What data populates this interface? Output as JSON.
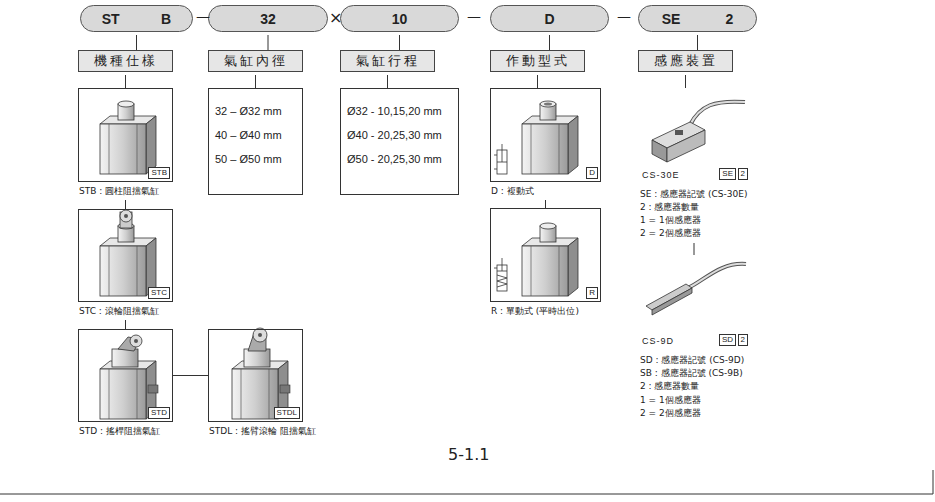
{
  "diagram": {
    "nodes": [
      {
        "text": [
          "ST",
          "B"
        ]
      },
      {
        "text": [
          "32"
        ]
      },
      {
        "text": [
          "10"
        ]
      },
      {
        "text": [
          "D"
        ]
      },
      {
        "text": [
          "SE",
          "2"
        ]
      },
      {
        "text": [
          "機種仕樣"
        ]
      },
      {
        "text": [
          "氣缸內徑"
        ]
      },
      {
        "text": [
          "氣缸行程"
        ]
      },
      {
        "text": [
          "作動型式"
        ]
      },
      {
        "text": [
          "感應裝置"
        ]
      },
      {
        "text": [
          "STB",
          "STB : 圓柱阻擋氣缸"
        ]
      },
      {
        "text": [
          "STC",
          "STC : 滾輪阻擋氣缸"
        ]
      },
      {
        "text": [
          "STD",
          "STD : 搖桿阻擋氣缸"
        ]
      },
      {
        "text": [
          "STDL",
          "STDL : 搖臂滾輪 阻擋氣缸"
        ]
      },
      {
        "text": [
          "32 – Ø32 mm",
          "40 – Ø40 mm",
          "50 – Ø50 mm"
        ]
      },
      {
        "text": [
          "Ø32 - 10,15,20 mm",
          "Ø40 - 20,25,30 mm",
          "Ø50 - 20,25,30 mm"
        ]
      },
      {
        "text": [
          "D",
          "D : 複動式"
        ]
      },
      {
        "text": [
          "R",
          "R : 單動式 (平時出位)"
        ]
      },
      {
        "text": [
          "CS-30E",
          "SE",
          "2"
        ]
      },
      {
        "text": [
          "CS-9D",
          "SD",
          "2"
        ]
      }
    ],
    "edges": [
      {
        "from": 0,
        "to": 5,
        "arrow": "none"
      },
      {
        "from": 1,
        "to": 6,
        "arrow": "none"
      },
      {
        "from": 2,
        "to": 7,
        "arrow": "none"
      },
      {
        "from": 3,
        "to": 8,
        "arrow": "none"
      },
      {
        "from": 4,
        "to": 9,
        "arrow": "none"
      },
      {
        "from": 5,
        "to": 10,
        "arrow": "none"
      },
      {
        "from": 6,
        "to": 14,
        "arrow": "none"
      },
      {
        "from": 7,
        "to": 15,
        "arrow": "none"
      },
      {
        "from": 8,
        "to": 16,
        "arrow": "none"
      },
      {
        "from": 9,
        "to": 18,
        "arrow": "none"
      },
      {
        "from": 10,
        "to": 11,
        "arrow": "none"
      },
      {
        "from": 11,
        "to": 12,
        "arrow": "none"
      },
      {
        "from": 12,
        "to": 13,
        "arrow": "none"
      },
      {
        "from": 16,
        "to": 17,
        "arrow": "none"
      },
      {
        "from": 18,
        "to": 19,
        "arrow": "none"
      }
    ],
    "labels": [
      "—",
      "×",
      "—",
      "—",
      "SE : 感應器記號 (CS-30E)",
      "2 : 感應器數量",
      "1 = 1個感應器",
      "2 = 2個感應器",
      "SD : 感應器記號 (CS-9D)",
      "SB : 感應器記號 (CS-9B)",
      "2 : 感應器數量",
      "1 = 1個感應器",
      "2 = 2個感應器",
      "5-1.1"
    ]
  }
}
